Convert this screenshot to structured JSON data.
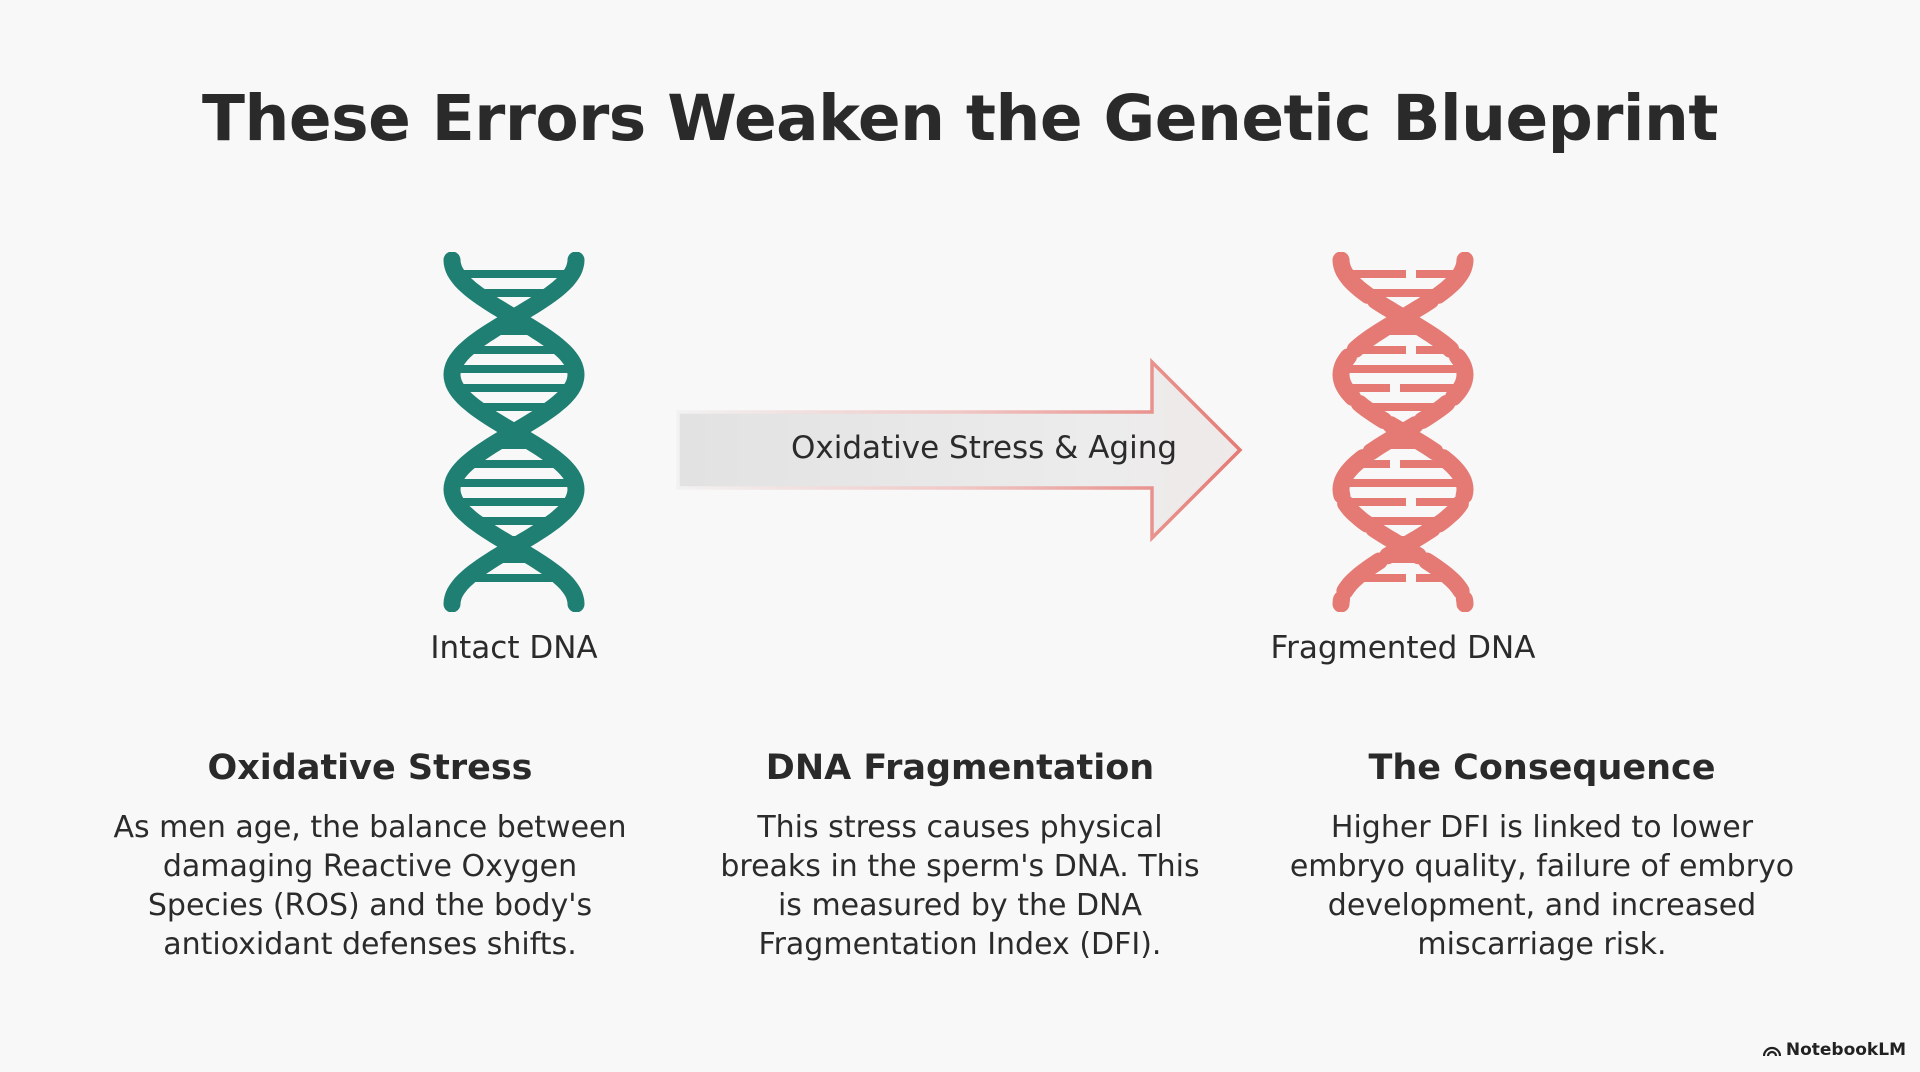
{
  "title": "These Errors Weaken the Genetic Blueprint",
  "colors": {
    "intact": "#1e7f72",
    "fragmented": "#e57a74",
    "text": "#2b2b2b",
    "background": "#f8f8f8"
  },
  "diagram": {
    "intact_label": "Intact DNA",
    "fragmented_label": "Fragmented DNA",
    "arrow_label": "Oxidative Stress & Aging"
  },
  "columns": [
    {
      "heading": "Oxidative Stress",
      "lines": [
        "As men age, the balance between",
        "damaging Reactive Oxygen",
        "Species (ROS) and the body's",
        "antioxidant defenses shifts."
      ]
    },
    {
      "heading": "DNA Fragmentation",
      "lines": [
        "This stress causes physical",
        "breaks in the sperm's DNA. This",
        "is measured by the DNA",
        "Fragmentation Index (DFI)."
      ]
    },
    {
      "heading": "The Consequence",
      "lines": [
        "Higher DFI is linked to lower",
        "embryo quality, failure of embryo",
        "development, and increased",
        "miscarriage risk."
      ]
    }
  ],
  "brand": "NotebookLM"
}
